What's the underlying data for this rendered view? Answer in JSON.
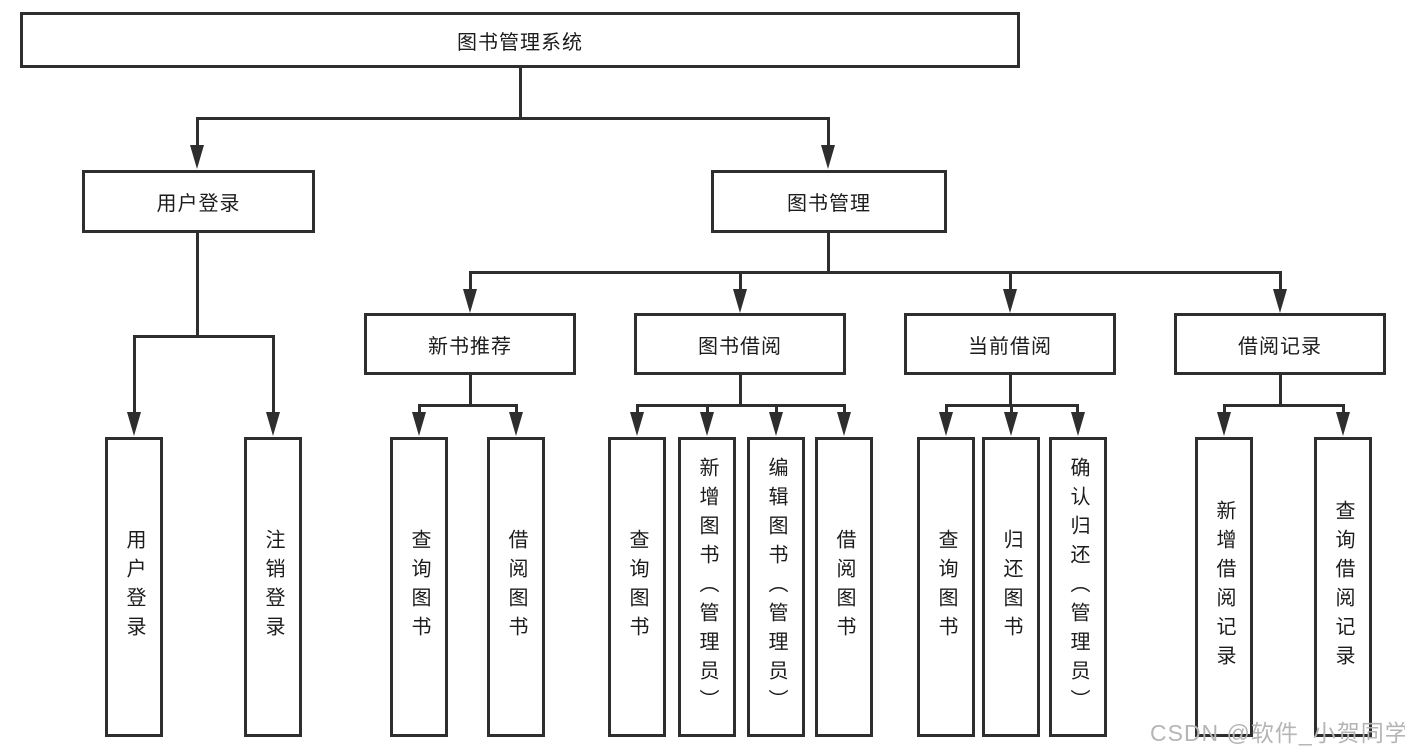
{
  "watermark": "CSDN @软件_小贺同学",
  "colors": {
    "line": "#2e2e2e",
    "box_bg": "#ffffff",
    "watermark": "#b5b5b5"
  },
  "tree": {
    "root": {
      "label": "图书管理系统"
    },
    "branches": [
      {
        "label": "用户登录",
        "children": [
          {
            "label": "用户登录"
          },
          {
            "label": "注销登录"
          }
        ]
      },
      {
        "label": "图书管理",
        "children": [
          {
            "label": "新书推荐",
            "children": [
              {
                "label": "查询图书"
              },
              {
                "label": "借阅图书"
              }
            ]
          },
          {
            "label": "图书借阅",
            "children": [
              {
                "label": "查询图书"
              },
              {
                "label": "新增图书（管理员）"
              },
              {
                "label": "编辑图书（管理员）"
              },
              {
                "label": "借阅图书"
              }
            ]
          },
          {
            "label": "当前借阅",
            "children": [
              {
                "label": "查询图书"
              },
              {
                "label": "归还图书"
              },
              {
                "label": "确认归还（管理员）"
              }
            ]
          },
          {
            "label": "借阅记录",
            "children": [
              {
                "label": "新增借阅记录"
              },
              {
                "label": "查询借阅记录"
              }
            ]
          }
        ]
      }
    ]
  }
}
